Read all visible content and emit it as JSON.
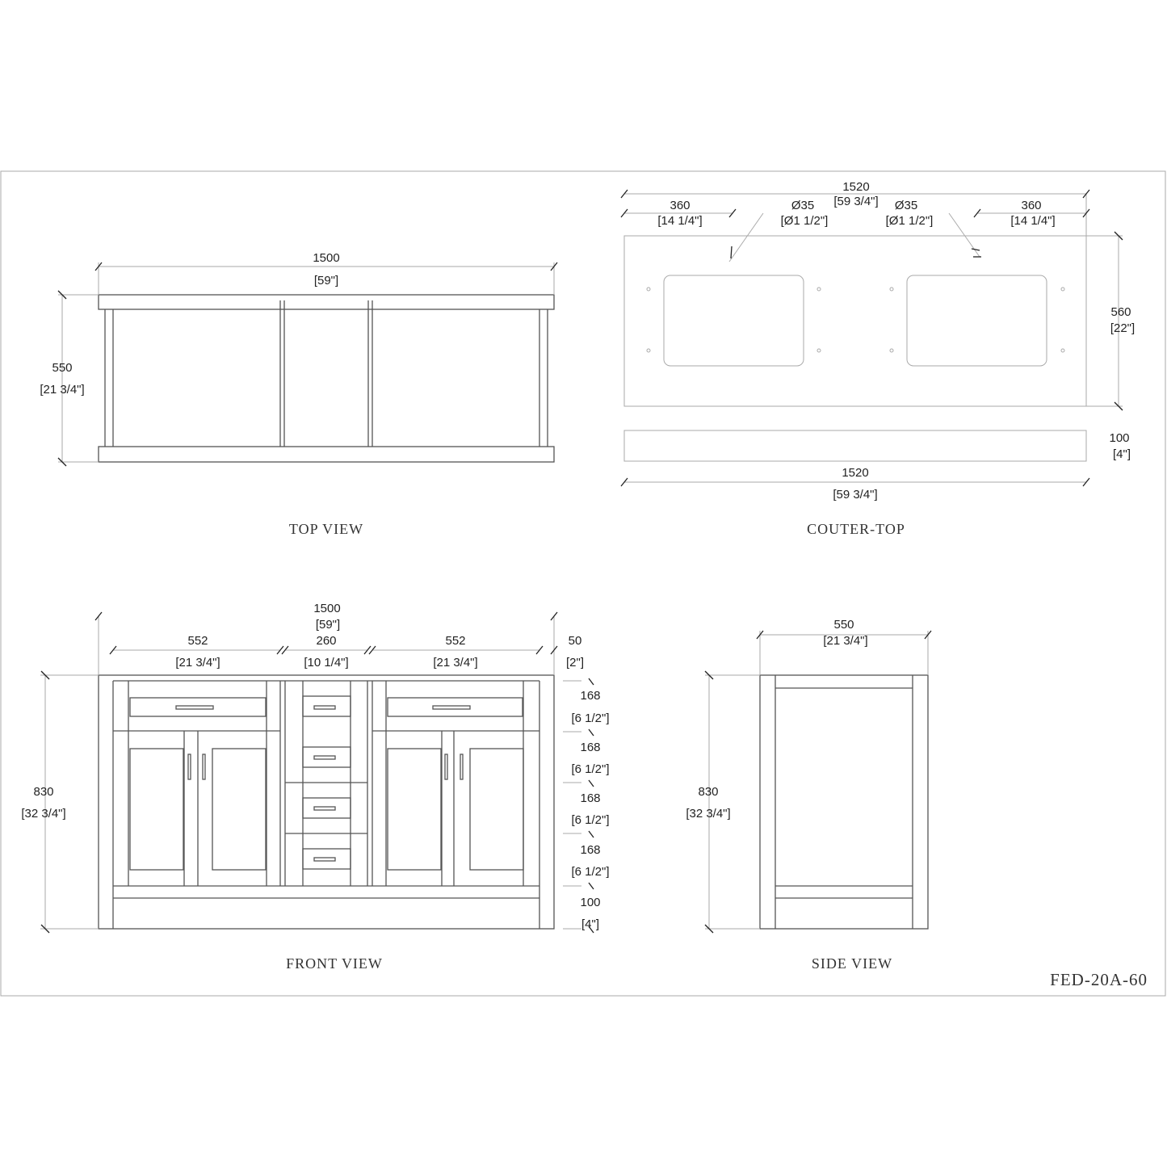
{
  "model_code": "FED-20A-60",
  "views": {
    "top": {
      "title": "TOP VIEW",
      "width_mm": "1500",
      "width_in": "[59\"]",
      "depth_mm": "550",
      "depth_in": "[21 3/4\"]"
    },
    "counter": {
      "title": "COUTER-TOP",
      "width_mm": "1520",
      "width_in": "[59 3/4\"]",
      "left_offset_mm": "360",
      "left_offset_in": "[14 1/4\"]",
      "right_offset_mm": "360",
      "right_offset_in": "[14 1/4\"]",
      "hole_left_mm": "Ø35",
      "hole_left_in": "[Ø1 1/2\"]",
      "hole_right_mm": "Ø35",
      "hole_right_in": "[Ø1 1/2\"]",
      "depth_mm": "560",
      "depth_in": "[22\"]",
      "splash_mm": "100",
      "splash_in": "[4\"]",
      "bottom_width_mm": "1520",
      "bottom_width_in": "[59 3/4\"]"
    },
    "front": {
      "title": "FRONT VIEW",
      "width_mm": "1500",
      "width_in": "[59\"]",
      "left_mm": "552",
      "left_in": "[21 3/4\"]",
      "center_mm": "260",
      "center_in": "[10 1/4\"]",
      "right_mm": "552",
      "right_in": "[21 3/4\"]",
      "side_mm": "50",
      "side_in": "[2\"]",
      "height_mm": "830",
      "height_in": "[32 3/4\"]",
      "drawers": [
        {
          "mm": "168",
          "in": "[6 1/2\"]"
        },
        {
          "mm": "168",
          "in": "[6 1/2\"]"
        },
        {
          "mm": "168",
          "in": "[6 1/2\"]"
        },
        {
          "mm": "168",
          "in": "[6 1/2\"]"
        }
      ],
      "toe_mm": "100",
      "toe_in": "[4\"]"
    },
    "side": {
      "title": "SIDE VIEW",
      "depth_mm": "550",
      "depth_in": "[21 3/4\"]",
      "height_mm": "830",
      "height_in": "[32 3/4\"]"
    }
  }
}
